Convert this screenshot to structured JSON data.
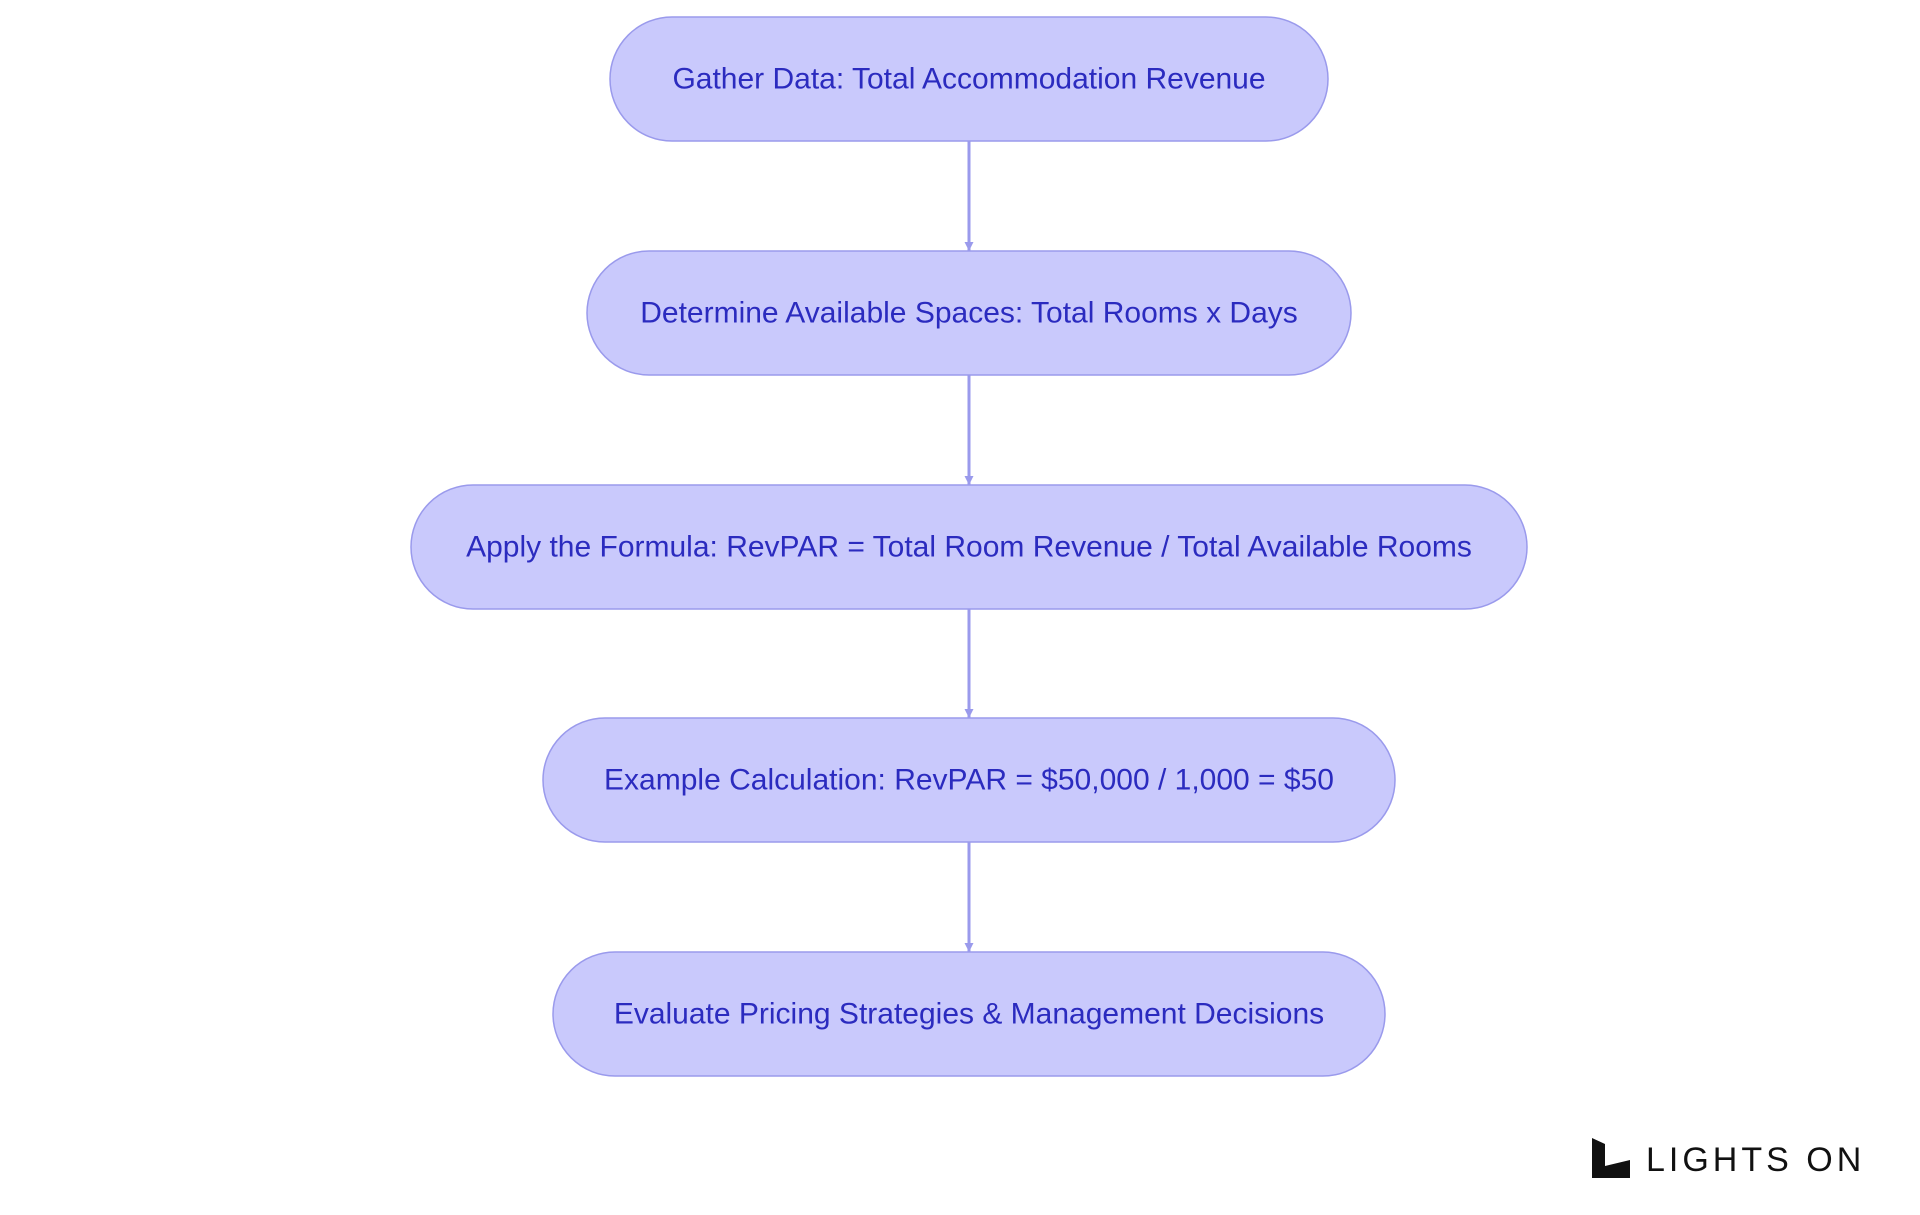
{
  "colors": {
    "node_fill": "#c9c9fc",
    "node_stroke": "#9a9aec",
    "node_text": "#2b2bbf",
    "edge": "#9a9aec",
    "brand": "#111111"
  },
  "nodes": [
    {
      "id": "gather-data",
      "label": "Gather Data: Total Accommodation Revenue"
    },
    {
      "id": "available-spaces",
      "label": "Determine Available Spaces: Total Rooms x Days"
    },
    {
      "id": "apply-formula",
      "label": "Apply the Formula: RevPAR = Total Room Revenue / Total Available Rooms"
    },
    {
      "id": "example-calculation",
      "label": "Example Calculation: RevPAR = $50,000 / 1,000 = $50"
    },
    {
      "id": "evaluate-pricing",
      "label": "Evaluate Pricing Strategies & Management Decisions"
    }
  ],
  "edges": [
    {
      "from": "gather-data",
      "to": "available-spaces"
    },
    {
      "from": "available-spaces",
      "to": "apply-formula"
    },
    {
      "from": "apply-formula",
      "to": "example-calculation"
    },
    {
      "from": "example-calculation",
      "to": "evaluate-pricing"
    }
  ],
  "brand": {
    "icon": "lights-on-logo-icon",
    "name": "LIGHTS ON"
  }
}
